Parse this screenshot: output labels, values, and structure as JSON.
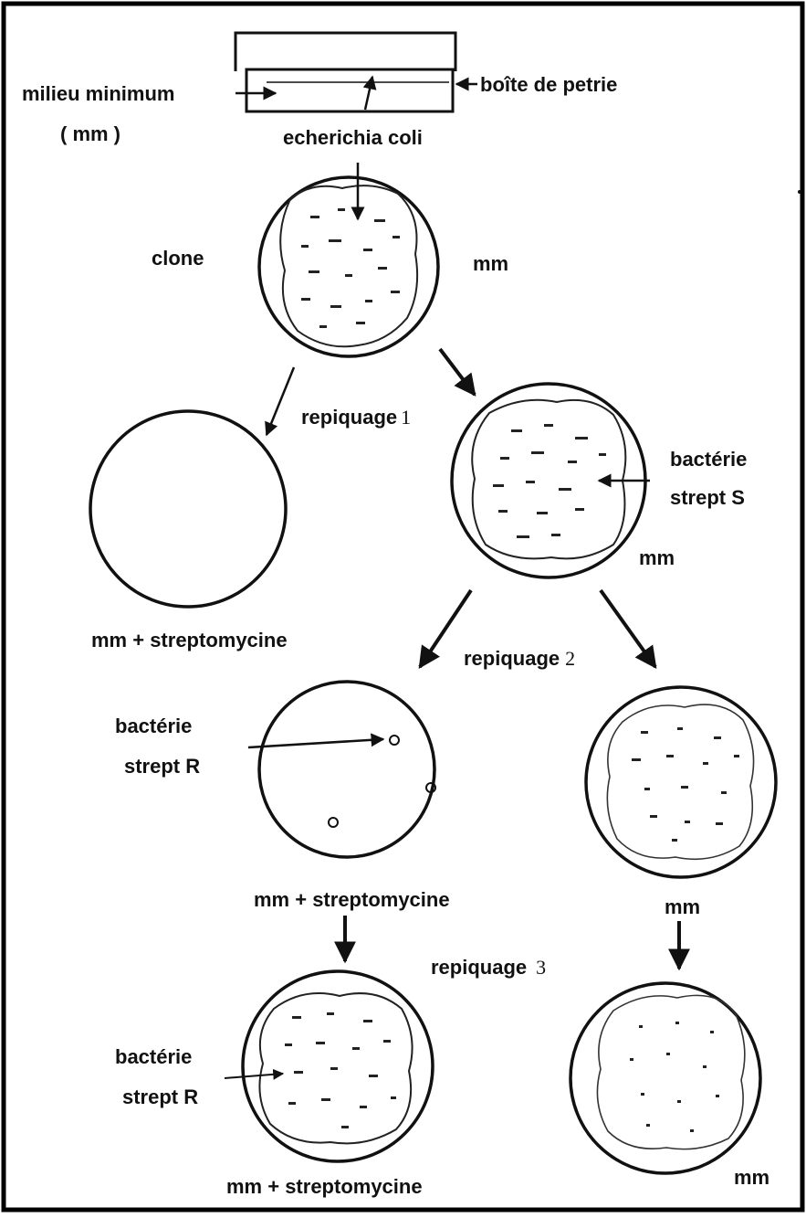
{
  "labels": {
    "milieu_minimum": "milieu minimum",
    "mm_paren": "( mm )",
    "boite_petrie": "boîte de petrie",
    "echerichia_coli": "echerichia coli",
    "clone": "clone",
    "mm_top": "mm",
    "repiquage1": "repiquage",
    "repiquage1_num": "1",
    "bacterie_s": "bactérie",
    "strept_s": "strept S",
    "mm_right1": "mm",
    "mm_strep_left": "mm + streptomycine",
    "repiquage2": "repiquage",
    "repiquage2_num": "2",
    "bacterie_r1": "bactérie",
    "strept_r1": "strept R",
    "mm_strep_mid": "mm + streptomycine",
    "mm_right2": "mm",
    "repiquage3": "repiquage",
    "repiquage3_num": "3",
    "bacterie_r2": "bactérie",
    "strept_r2": "strept R",
    "mm_strep_bottom": "mm + streptomycine",
    "mm_right3": "mm"
  }
}
